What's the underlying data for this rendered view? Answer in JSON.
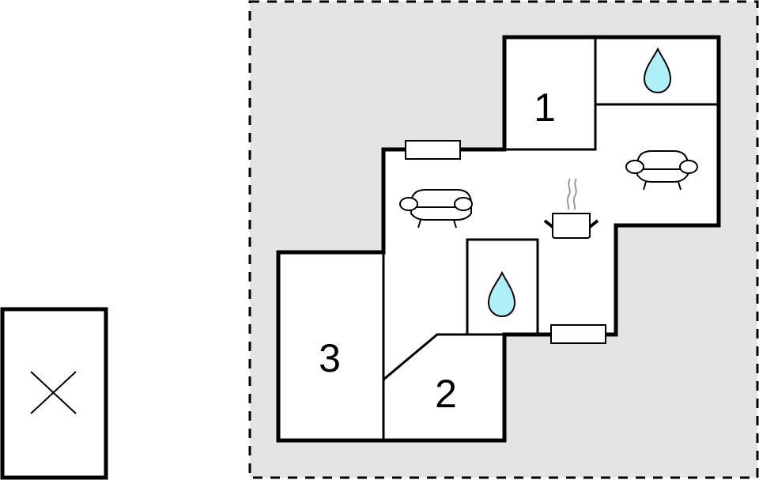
{
  "diagram": {
    "type": "floor-plan",
    "colors": {
      "plot_background": "#e4e4e4",
      "floor": "#ffffff",
      "walls": "#000000",
      "water_icon": "#aef0f8",
      "steam": "#999999"
    },
    "plot_border": "dashed",
    "outbuilding": {
      "symbol": "x-mark"
    },
    "rooms": [
      {
        "id": "room-1",
        "label": "1",
        "type": "bedroom"
      },
      {
        "id": "room-2",
        "label": "2",
        "type": "bedroom"
      },
      {
        "id": "room-3",
        "label": "3",
        "type": "bedroom"
      }
    ],
    "icons": [
      {
        "name": "water-drop-icon",
        "meaning": "bathroom",
        "count": 2
      },
      {
        "name": "sofa-icon",
        "meaning": "living room",
        "count": 2
      },
      {
        "name": "cooking-pot-icon",
        "meaning": "kitchen",
        "count": 1
      }
    ],
    "windows": 2
  }
}
